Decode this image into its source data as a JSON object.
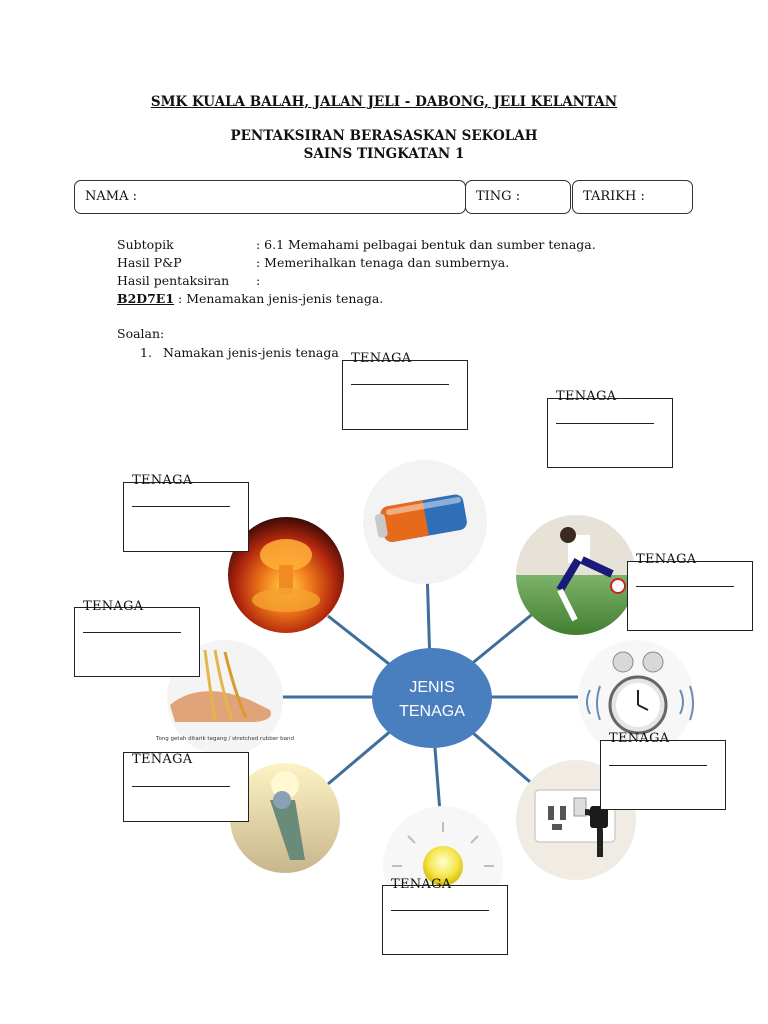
{
  "header": {
    "school": "SMK KUALA BALAH, JALAN JELI -  DABONG, JELI KELANTAN",
    "title_line1": "PENTAKSIRAN BERASASKAN SEKOLAH",
    "title_line2": "SAINS TINGKATAN 1"
  },
  "form": {
    "nama_label": "NAMA :",
    "ting_label": "TING :",
    "tarikh_label": "TARIKH :"
  },
  "info": {
    "subtopik_label": "Subtopik",
    "subtopik_value": ": 6.1 Memahami pelbagai bentuk dan sumber tenaga.",
    "hasil_pp_label": "Hasil P&P",
    "hasil_pp_value": ": Memerihalkan tenaga dan sumbernya.",
    "hasil_pentaksiran_label": "Hasil pentaksiran",
    "hasil_pentaksiran_value": ":",
    "code": "B2D7E1",
    "code_desc": " : Menamakan jenis-jenis tenaga."
  },
  "question": {
    "soalan_label": "Soalan:",
    "number": "1.",
    "text": "Namakan jenis-jenis tenaga"
  },
  "diagram": {
    "center_line1": "JENIS",
    "center_line2": "TENAGA",
    "center_color": "#4a7fbf",
    "caption_rubber": "Tong getah ditarik tegang / stretched rubber band"
  },
  "answer_label": "TENAGA"
}
